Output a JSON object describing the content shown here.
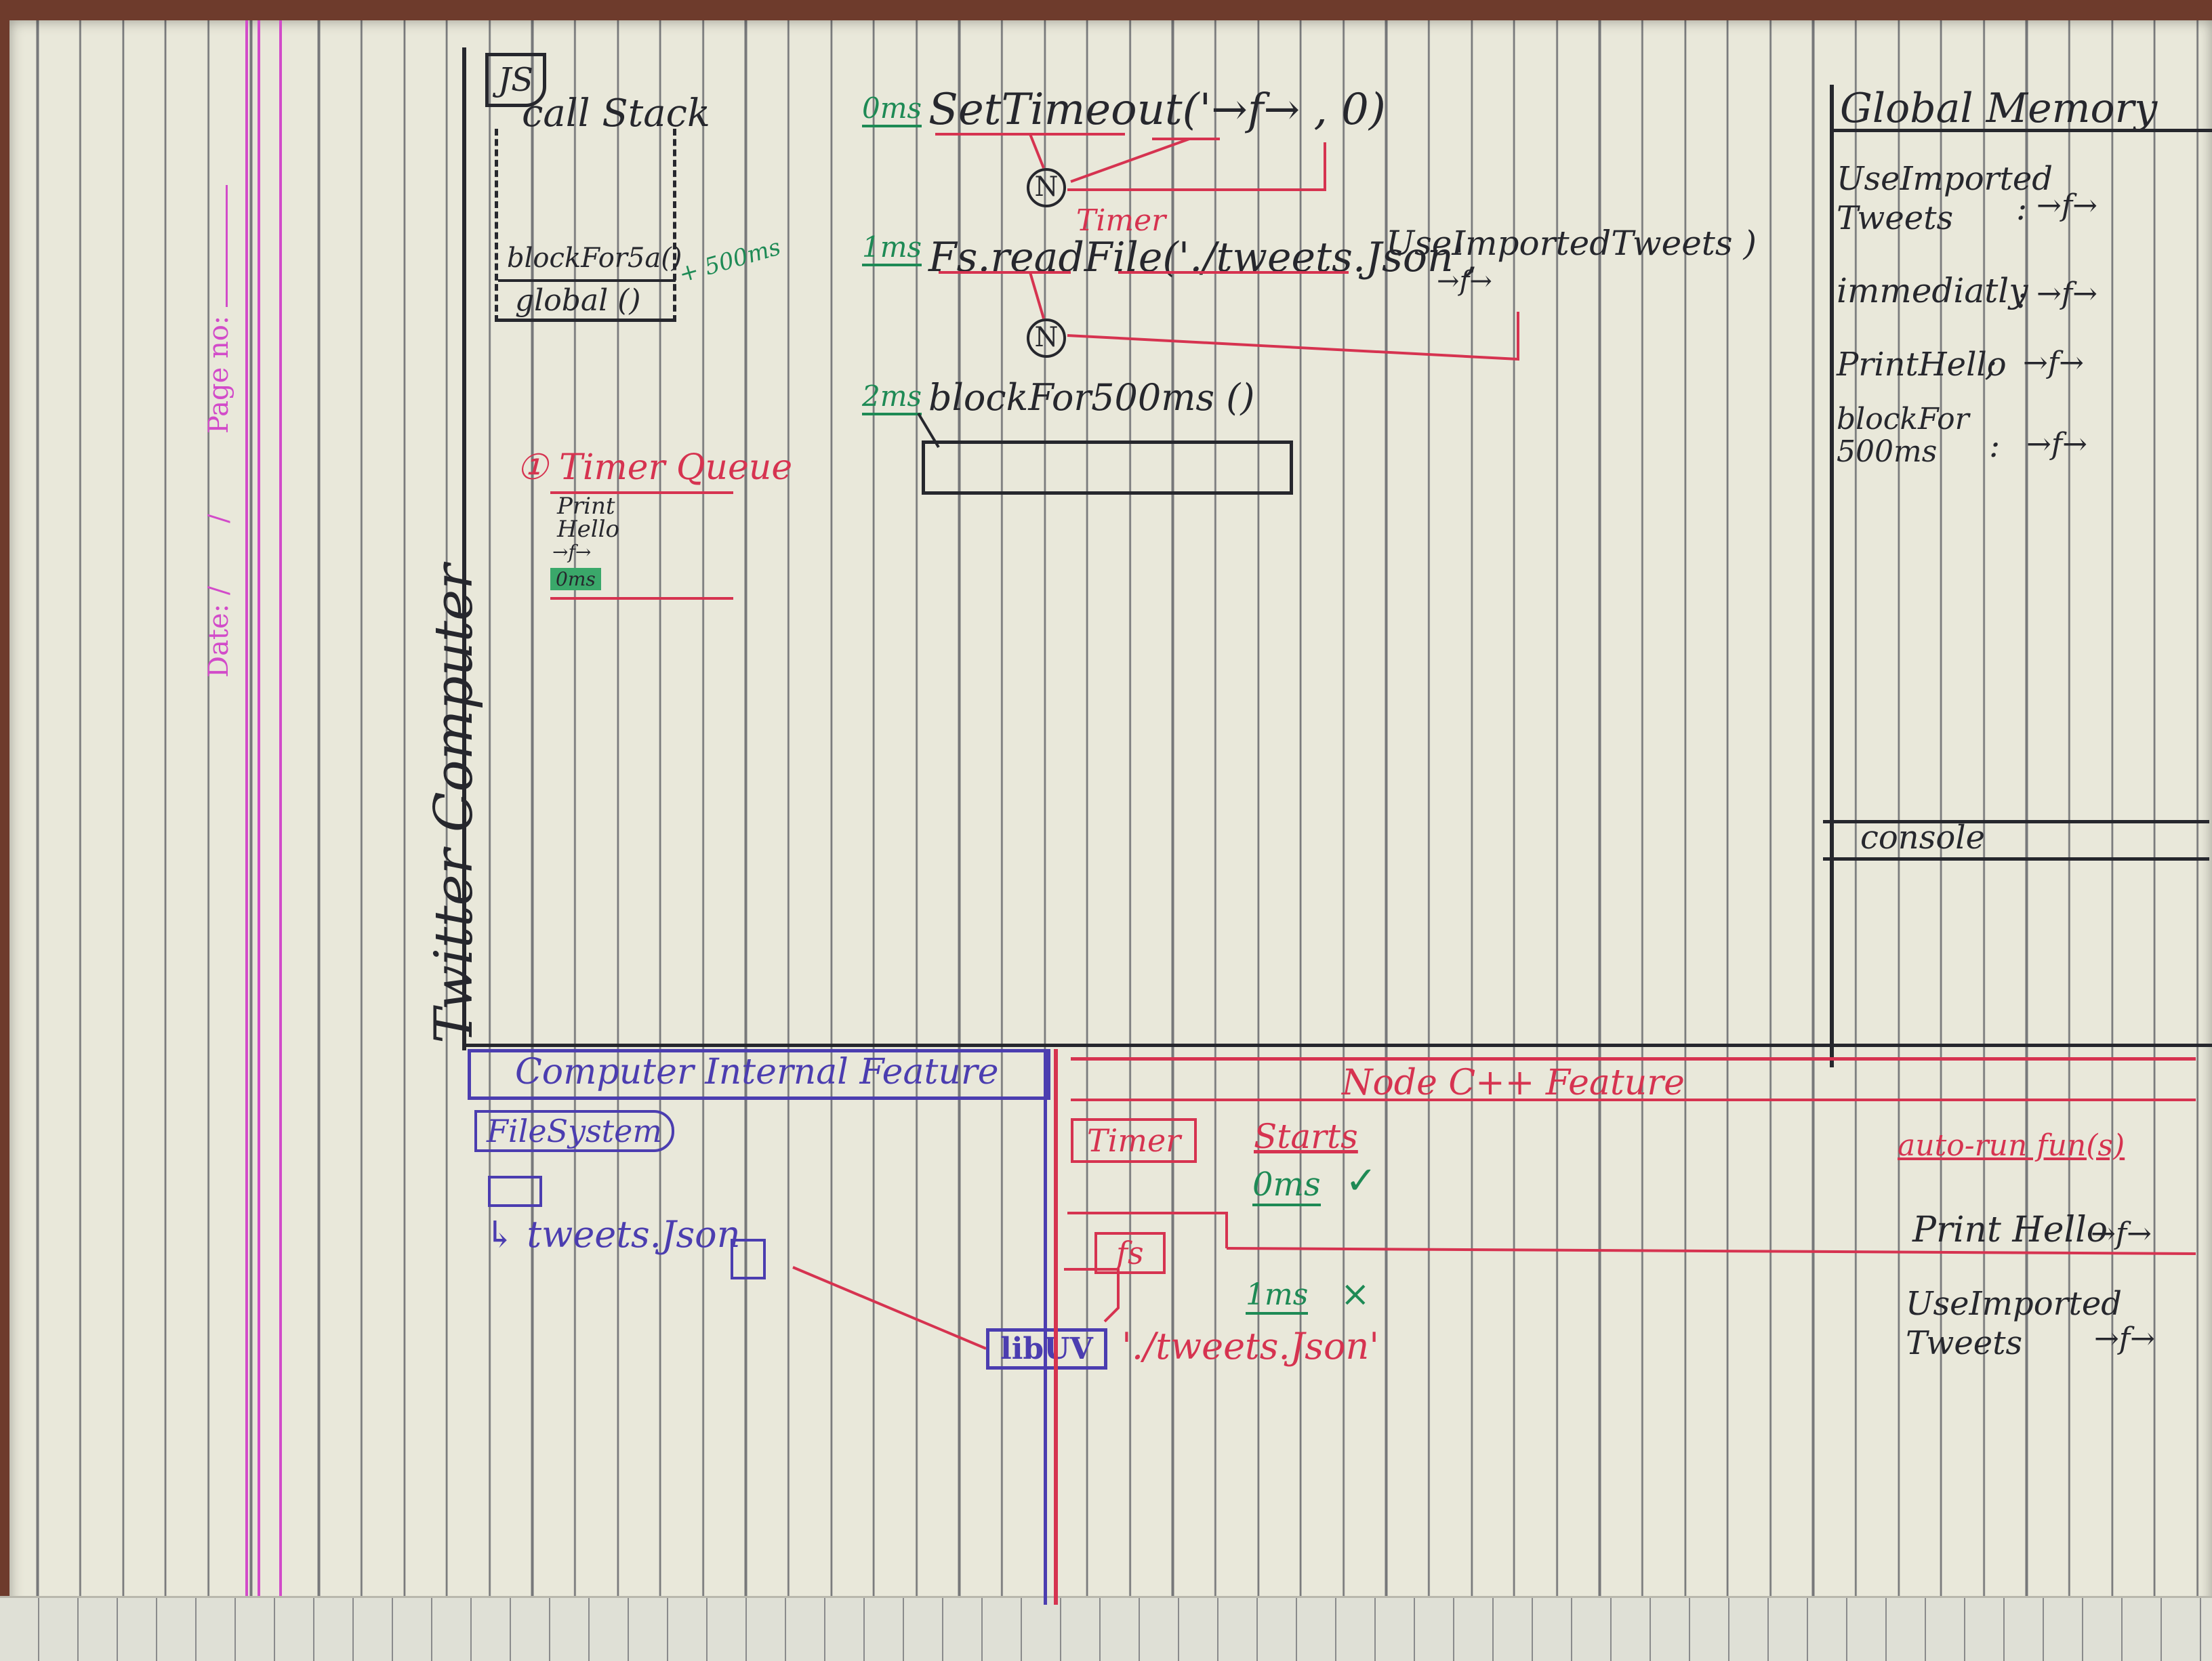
{
  "header": {
    "page_no_label": "Page no:",
    "date_label": "Date:",
    "date_value": "/ /"
  },
  "side_title": "Twitter Computer",
  "js_badge": "JS",
  "call_stack": {
    "title": "call Stack",
    "frames": [
      "blockFor5a()",
      "global ()"
    ],
    "note": "+ 500ms"
  },
  "timeline": [
    {
      "time": "0ms",
      "code": "SetTimeout('→f→ , 0)",
      "node_label": "N",
      "node_caption": "Timer"
    },
    {
      "time": "1ms",
      "code": "Fs.readFile('./tweets.Json',",
      "arg_name": "UseImportedTweets )",
      "arg_fn": "→f→",
      "node_label": "N"
    },
    {
      "time": "2ms",
      "code": "blockFor500ms ()"
    }
  ],
  "timer_queue": {
    "title": "① Timer Queue",
    "item": "Print Hello",
    "item_fn": "→f→",
    "item_time": "0ms"
  },
  "global_memory": {
    "title": "Global Memory",
    "entries": [
      {
        "name": "UseImported Tweets",
        "sep": ":",
        "fn": "→f→"
      },
      {
        "name": "immediatly",
        "sep": ":",
        "fn": "→f→"
      },
      {
        "name": "PrintHello",
        "sep": ";",
        "fn": "→f→"
      },
      {
        "name": "blockFor 500ms",
        "sep": ":",
        "fn": "→f→"
      }
    ]
  },
  "console": {
    "title": "console"
  },
  "computer_internal": {
    "title": "Computer Internal Feature",
    "filesystem_label": "FileSystem",
    "file_name": "↳ tweets.Json",
    "libuv_label": "libUV"
  },
  "node_cpp": {
    "title": "Node C++ Feature",
    "timer_label": "Timer",
    "starts_label": "Starts",
    "timer_start": "0ms",
    "timer_check": "✓",
    "fs_label": "fs",
    "fs_time": "1ms",
    "fs_status": "×",
    "fs_path": "'./tweets.Json'",
    "auto_run_title": "auto-run fun(s)",
    "auto_run": [
      {
        "name": "Print Hello",
        "fn": "→f→"
      },
      {
        "name": "UseImported Tweets",
        "fn": "→f→"
      }
    ]
  },
  "colors": {
    "paper": "#e9e8da",
    "black_ink": "#26272d",
    "red_ink": "#d63350",
    "green_ink": "#1e8a55",
    "purple_ink": "#4b3db0",
    "margin_pink": "#d24bc9"
  }
}
